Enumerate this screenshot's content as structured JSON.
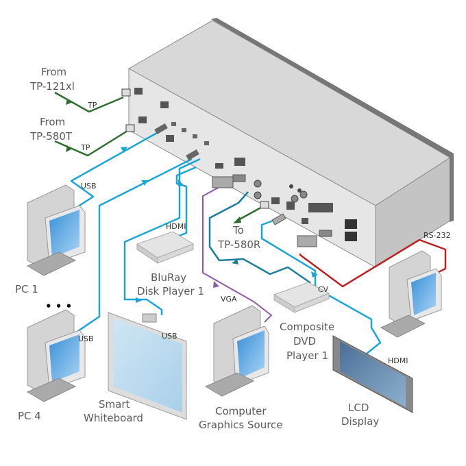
{
  "diagram": {
    "colors": {
      "tp": "#2e6e2e",
      "usb_hdmi": "#1aa5d8",
      "cv": "#1a7f9a",
      "vga": "#8e5aa8",
      "rs232": "#c02020",
      "text": "#5a5a5a"
    },
    "sources": {
      "from_tp121": [
        "From",
        "TP-121xl"
      ],
      "from_tp580t": [
        "From",
        "TP-580T"
      ],
      "to_tp580r": [
        "To",
        "TP-580R"
      ]
    },
    "cable_labels": {
      "tp1": "TP",
      "tp2": "TP",
      "usb_pc1": "USB",
      "usb_pc4": "USB",
      "usb_whiteboard": "USB",
      "hdmi_bluray": "HDMI",
      "vga": "VGA",
      "cv": "CV",
      "hdmi_lcd": "HDMI",
      "rs232": "RS-232"
    },
    "devices": {
      "pc1": "PC 1",
      "ellipsis": "• • •",
      "pc4": "PC 4",
      "bluray": [
        "BluRay",
        "Disk Player 1"
      ],
      "whiteboard": [
        "Smart",
        "Whiteboard"
      ],
      "computer_graphics": [
        "Computer",
        "Graphics Source"
      ],
      "dvd": [
        "Composite",
        "DVD",
        "Player 1"
      ],
      "lcd": [
        "LCD",
        "Display"
      ]
    }
  }
}
